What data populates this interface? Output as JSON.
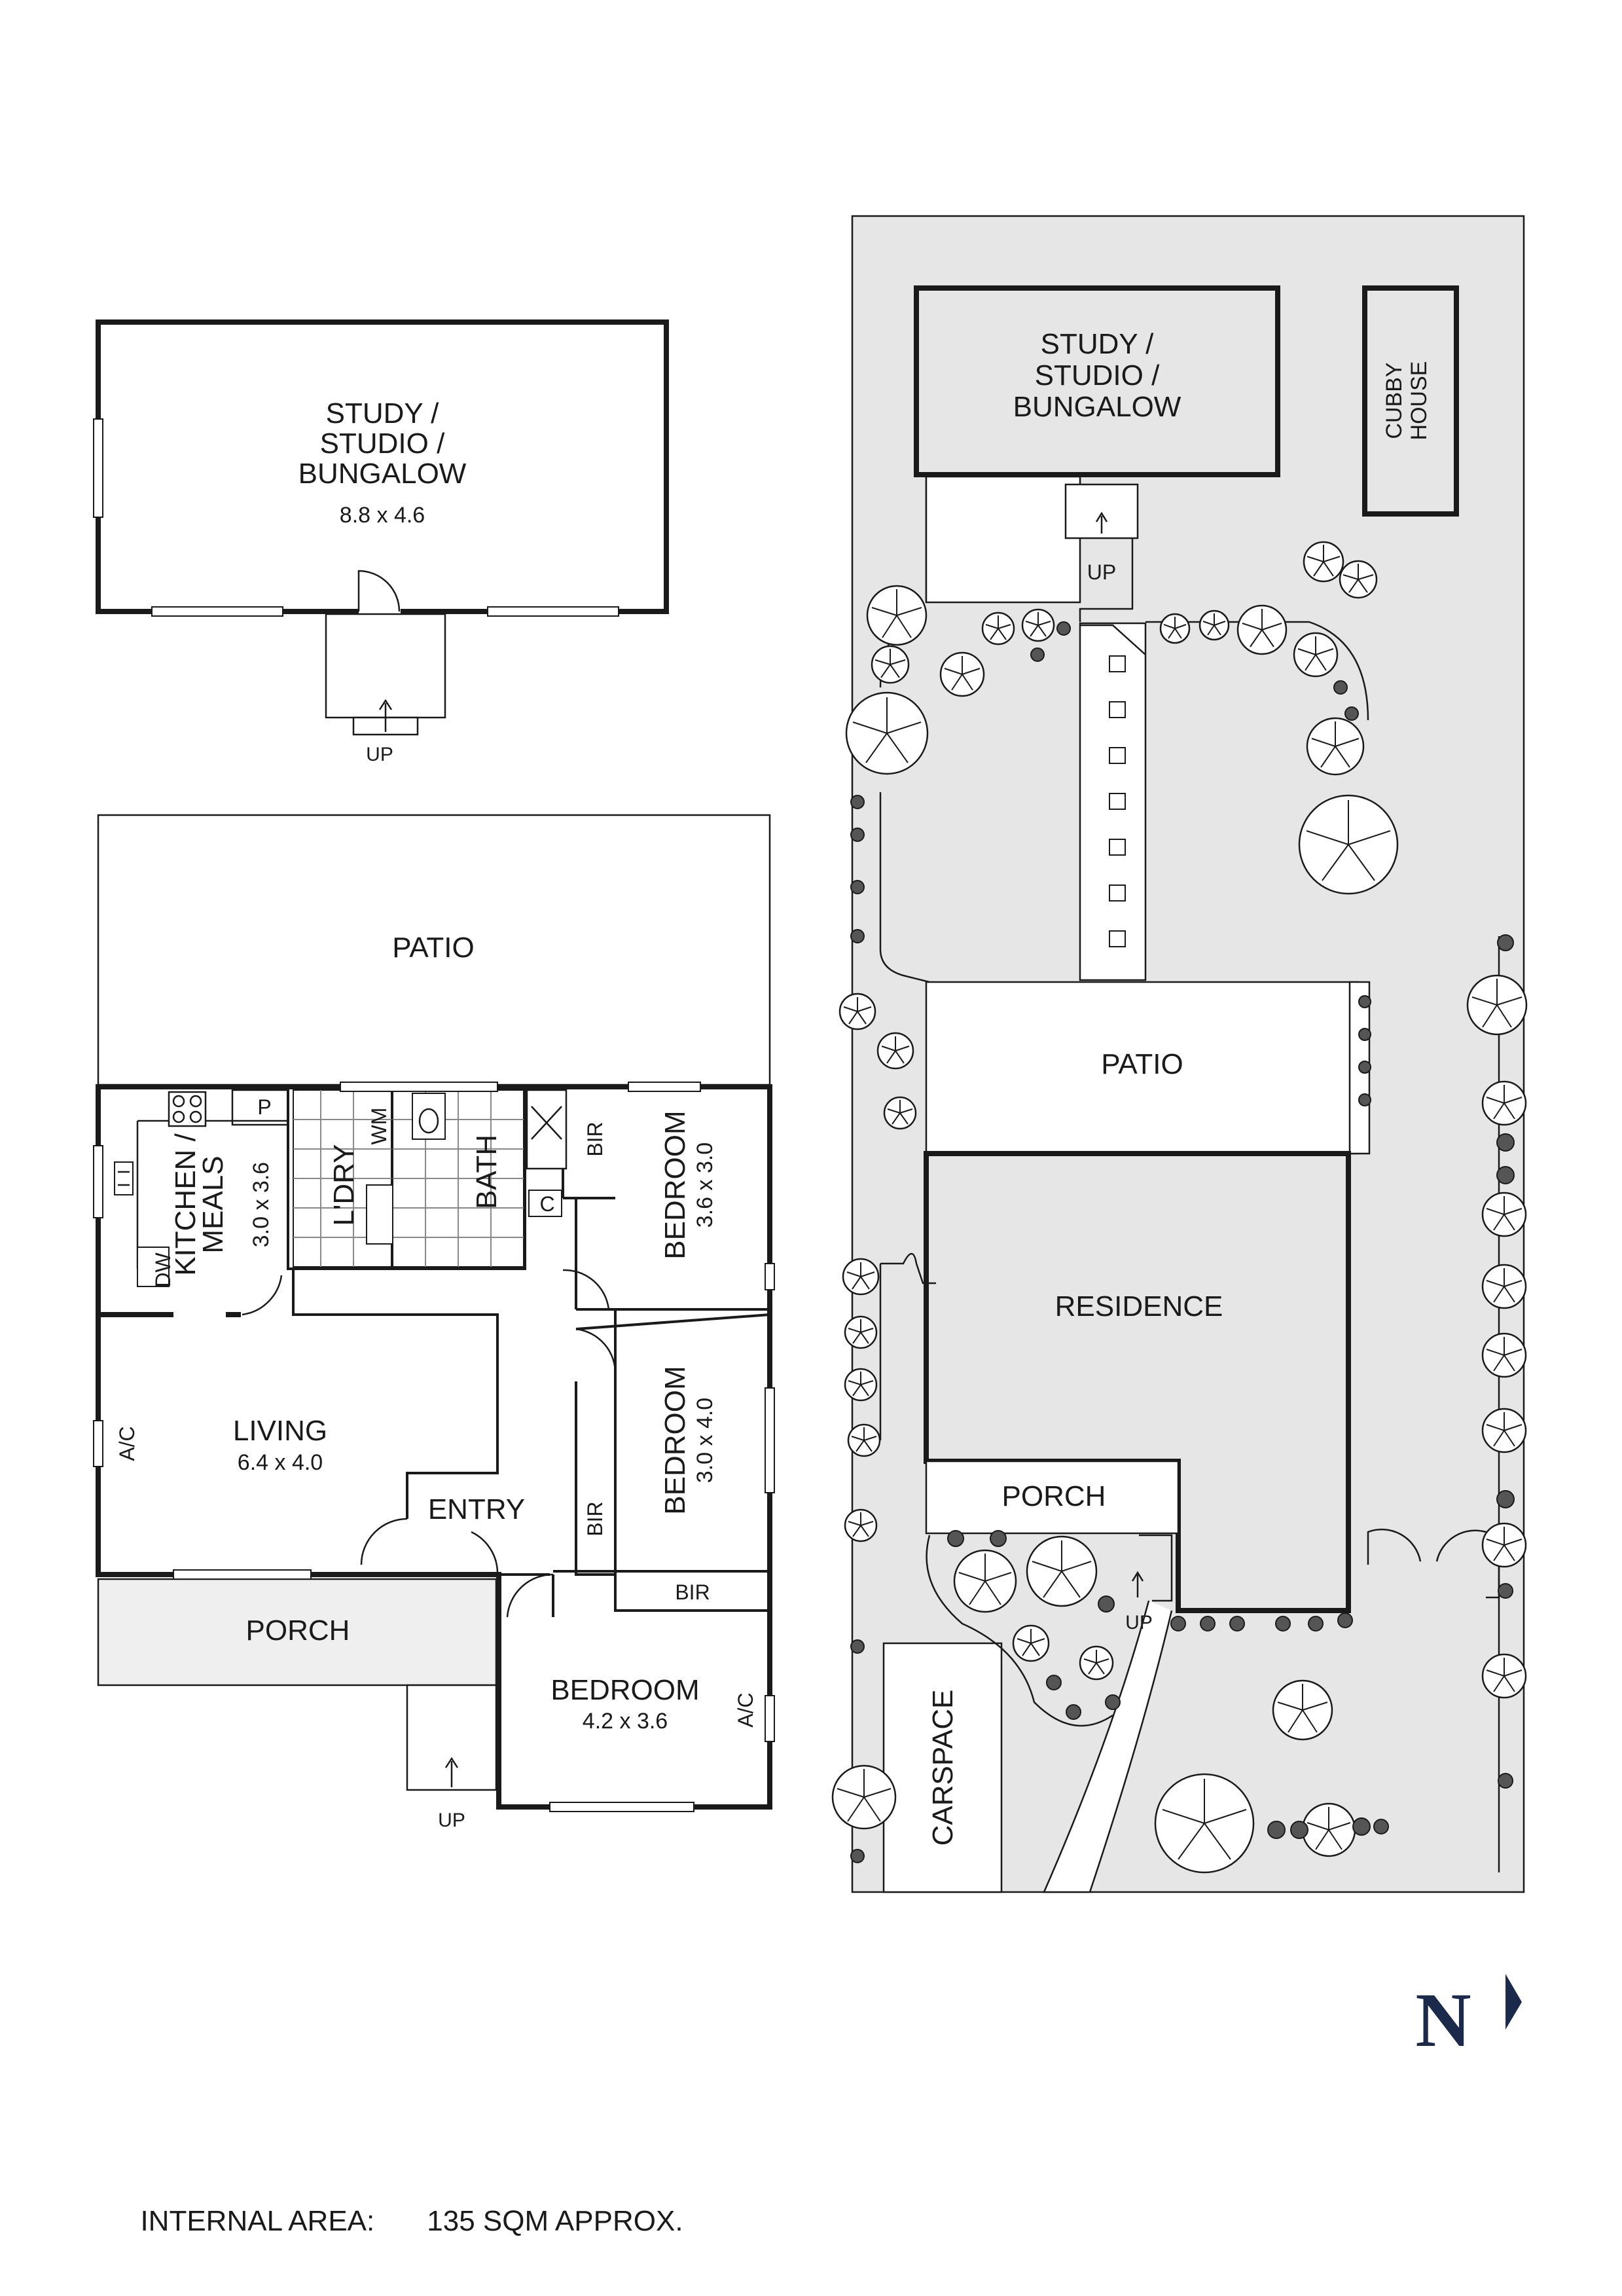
{
  "floor_plan": {
    "bungalow": {
      "name": "STUDY /\nSTUDIO /\nBUNGALOW",
      "dims": "8.8 x 4.6",
      "up": "UP"
    },
    "patio": {
      "name": "PATIO"
    },
    "kitchen": {
      "name": "KITCHEN /\nMEALS",
      "dims": "3.0 x 3.6",
      "pantry": "P",
      "dishwasher": "DW"
    },
    "laundry": {
      "name": "L'DRY",
      "washer": "WM"
    },
    "bath": {
      "name": "BATH",
      "closet": "C"
    },
    "bedroom_1": {
      "name": "BEDROOM",
      "dims": "3.6 x 3.0",
      "bir": "BIR"
    },
    "bedroom_2": {
      "name": "BEDROOM",
      "dims": "3.0 x 4.0",
      "bir": "BIR"
    },
    "bedroom_3": {
      "name": "BEDROOM",
      "dims": "4.2 x 3.6",
      "bir": "BIR",
      "ac": "A/C"
    },
    "living": {
      "name": "LIVING",
      "dims": "6.4 x 4.0",
      "ac": "A/C"
    },
    "entry": {
      "name": "ENTRY"
    },
    "porch": {
      "name": "PORCH",
      "up": "UP"
    }
  },
  "site_plan": {
    "bungalow": "STUDY /\nSTUDIO /\nBUNGALOW",
    "bungalow_up": "UP",
    "cubby": "CUBBY\nHOUSE",
    "patio": "PATIO",
    "residence": "RESIDENCE",
    "porch": "PORCH",
    "porch_up": "UP",
    "carspace": "CARSPACE"
  },
  "north": {
    "letter": "N",
    "icon": "north-arrow-icon"
  },
  "footer": {
    "label": "INTERNAL AREA:",
    "value": "135 SQM APPROX."
  },
  "colors": {
    "ink": "#1a1a1a",
    "site": "#e6e6e6",
    "hard": "#efefef",
    "north": "#1b2a4a"
  }
}
